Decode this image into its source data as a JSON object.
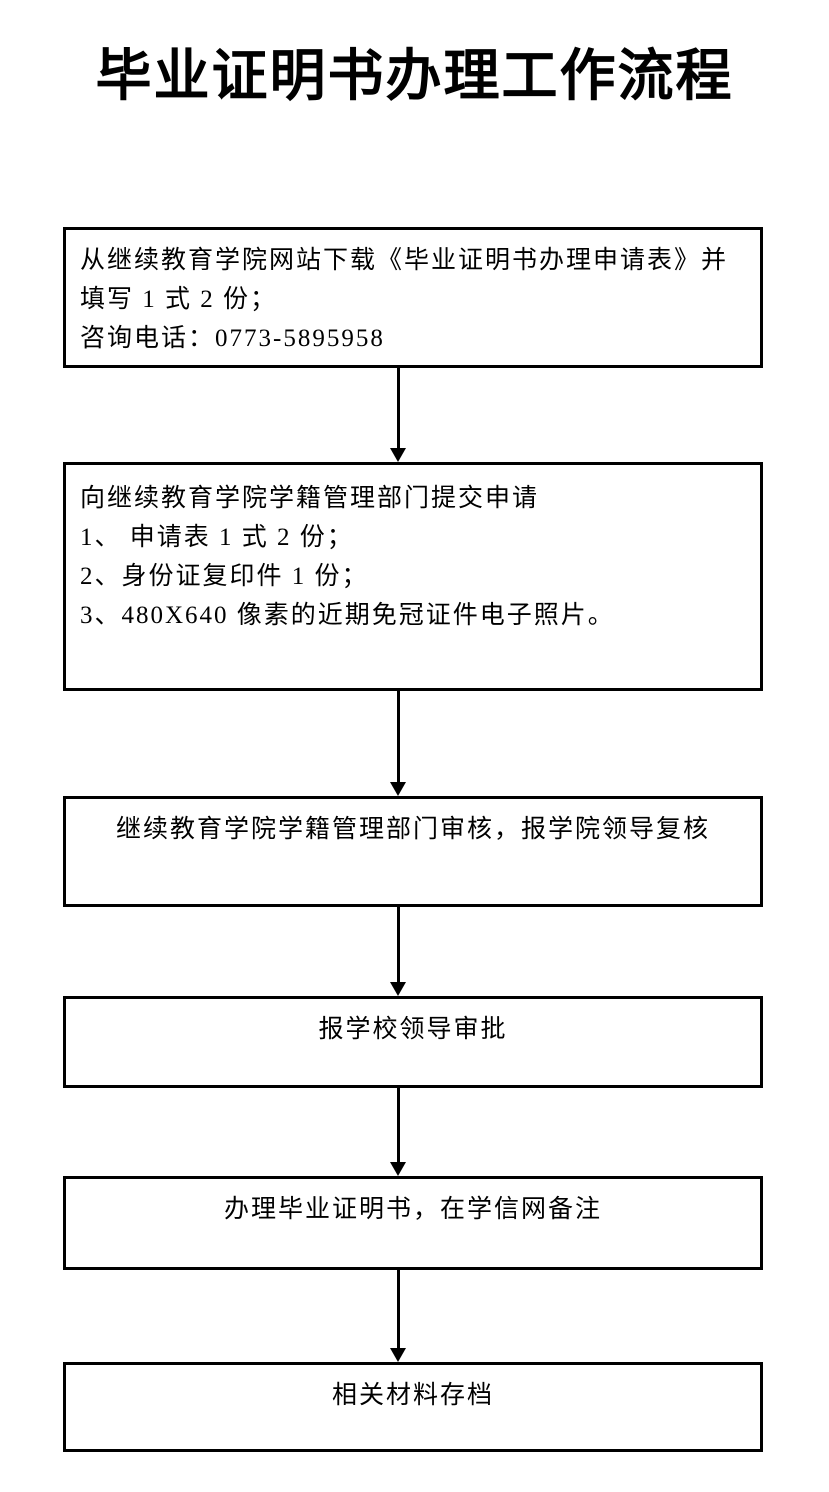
{
  "page": {
    "title": "毕业证明书办理工作流程",
    "background_color": "#ffffff",
    "text_color": "#000000",
    "border_color": "#000000"
  },
  "flowchart": {
    "connector_icon": "arrow-down-icon",
    "steps": [
      {
        "name": "download-form",
        "align": "left",
        "lines": [
          "从继续教育学院网站下载《毕业证明书办理申请表》并",
          "填写 1 式 2 份；",
          "咨询电话：0773-5895958"
        ]
      },
      {
        "name": "submit-application",
        "align": "left",
        "lines": [
          "向继续教育学院学籍管理部门提交申请",
          "1、 申请表 1 式 2 份；",
          "2、身份证复印件 1 份；",
          "3、480X640 像素的近期免冠证件电子照片。"
        ]
      },
      {
        "name": "college-review",
        "align": "center",
        "lines": [
          "继续教育学院学籍管理部门审核，报学院领导复核"
        ]
      },
      {
        "name": "school-approval",
        "align": "center",
        "lines": [
          "报学校领导审批"
        ]
      },
      {
        "name": "issue-certificate",
        "align": "center",
        "lines": [
          "办理毕业证明书，在学信网备注"
        ]
      },
      {
        "name": "archive-materials",
        "align": "center",
        "lines": [
          "相关材料存档"
        ]
      }
    ]
  }
}
